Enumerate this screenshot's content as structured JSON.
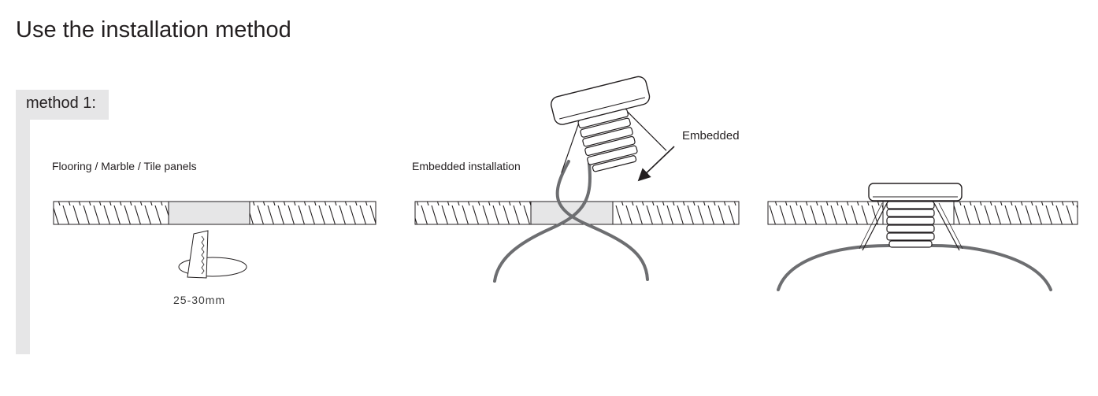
{
  "title": "Use the installation method",
  "method": {
    "label": "method 1:"
  },
  "steps": [
    {
      "label": "Flooring / Marble / Tile panels",
      "dimension": "25-30mm"
    },
    {
      "label": "Embedded installation",
      "callout": "Embedded"
    },
    {
      "label": ""
    }
  ],
  "colors": {
    "accent_bg": "#e6e6e7",
    "hole_fill": "#e6e6e7",
    "line": "#231f20",
    "cable": "#6d6e71"
  }
}
